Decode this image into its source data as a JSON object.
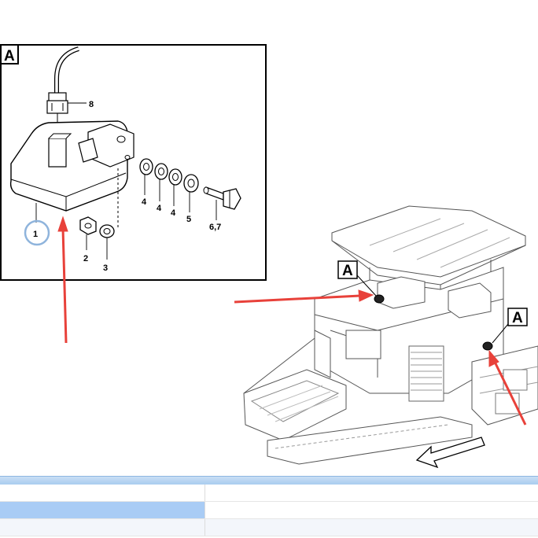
{
  "detail_box": {
    "label": "A",
    "callouts": {
      "p1": "1",
      "p2": "2",
      "p3": "3",
      "p4a": "4",
      "p4b": "4",
      "p4c": "4",
      "p5": "5",
      "p67": "6,7",
      "p8": "8"
    }
  },
  "machine_view": {
    "label_left": "A",
    "label_right": "A"
  },
  "colors": {
    "arrow": "#e8413a",
    "highlight_circle": "#8fb4dc",
    "table_header": "#a9ccef",
    "row_selected": "#a9ccf5"
  },
  "table": {
    "rows": [
      {
        "col1": "",
        "col2": ""
      },
      {
        "col1": "",
        "col2": ""
      },
      {
        "col1": "",
        "col2": ""
      }
    ]
  }
}
